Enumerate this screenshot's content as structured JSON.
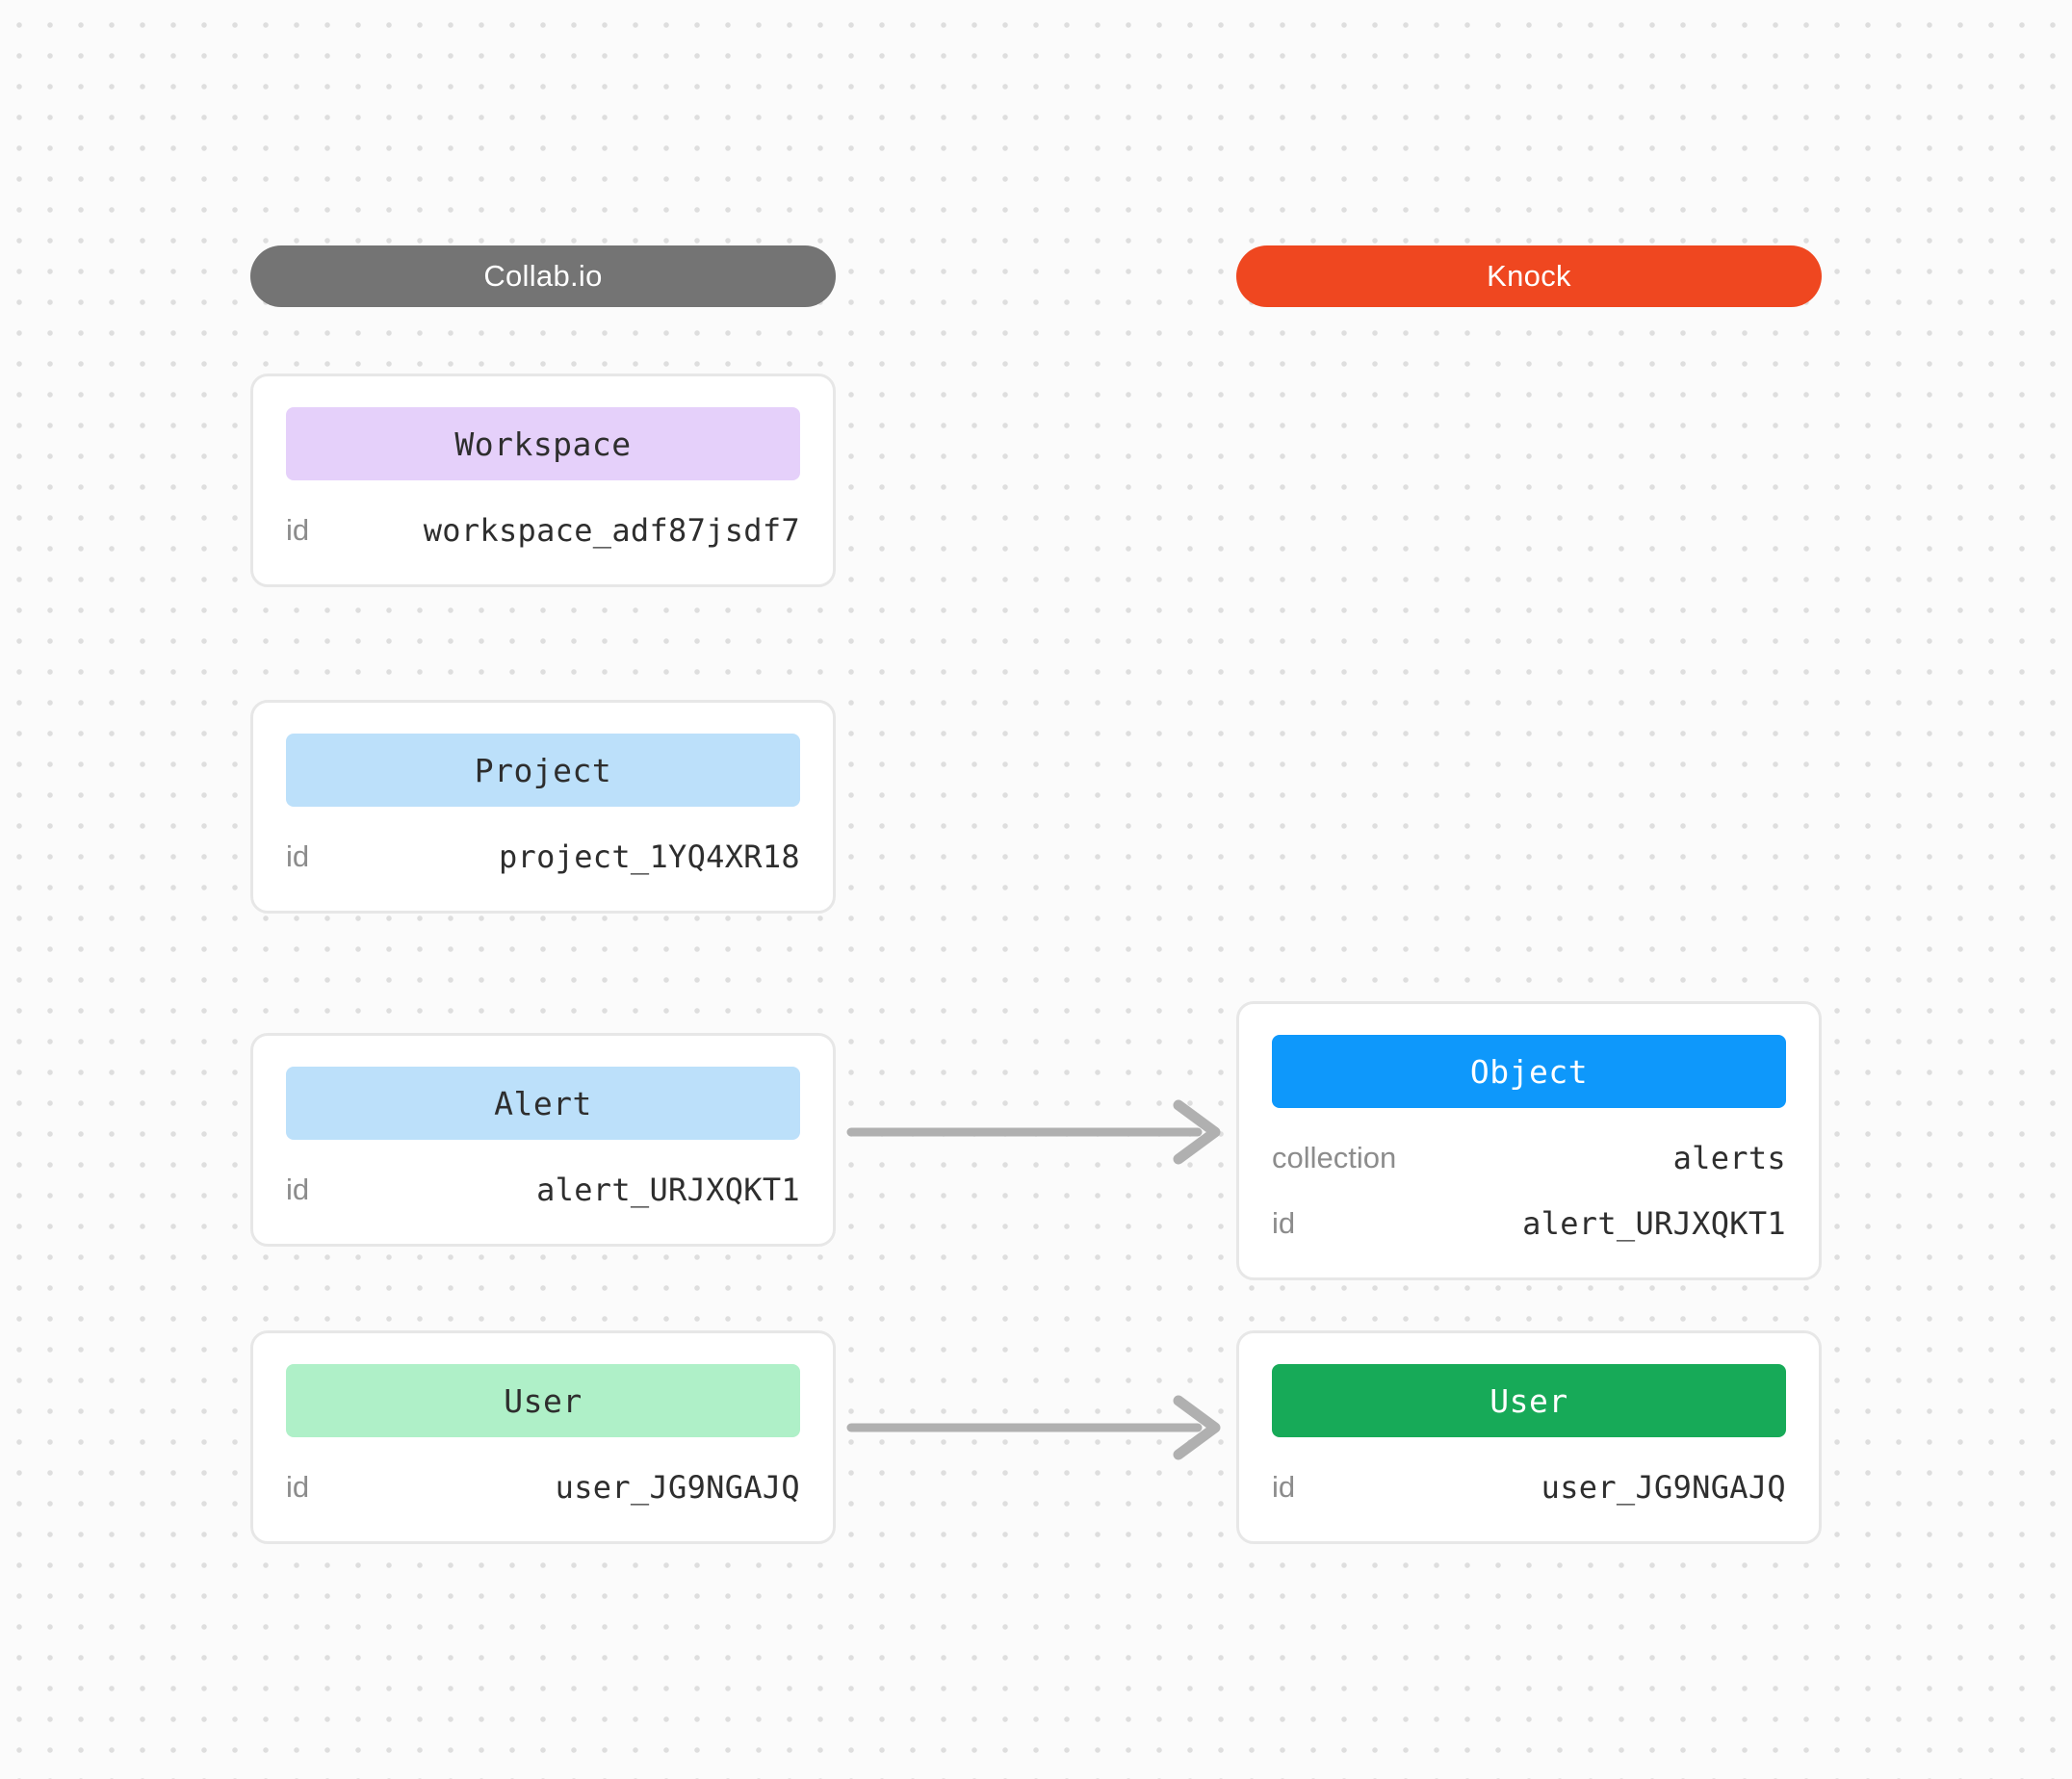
{
  "canvas": {
    "background": "#FBFBFB",
    "dot_color": "#DEDEDE"
  },
  "columns": {
    "left": {
      "label": "Collab.io",
      "color": "#747474"
    },
    "right": {
      "label": "Knock",
      "color": "#EF4720"
    }
  },
  "cards": {
    "workspace": {
      "title": "Workspace",
      "header_color": "#E5D0FA",
      "header_text": "#2E2E2E",
      "rows": [
        {
          "label": "id",
          "value": "workspace_adf87jsdf7"
        }
      ]
    },
    "project": {
      "title": "Project",
      "header_color": "#BCE0FA",
      "header_text": "#2E2E2E",
      "rows": [
        {
          "label": "id",
          "value": "project_1YQ4XR18"
        }
      ]
    },
    "alert": {
      "title": "Alert",
      "header_color": "#BCE0FA",
      "header_text": "#2E2E2E",
      "rows": [
        {
          "label": "id",
          "value": "alert_URJXQKT1"
        }
      ]
    },
    "user_left": {
      "title": "User",
      "header_color": "#AFF0C8",
      "header_text": "#2E2E2E",
      "rows": [
        {
          "label": "id",
          "value": "user_JG9NGAJQ"
        }
      ]
    },
    "object": {
      "title": "Object",
      "header_color": "#0E98FB",
      "header_text": "#FFFFFF",
      "rows": [
        {
          "label": "collection",
          "value": "alerts"
        },
        {
          "label": "id",
          "value": "alert_URJXQKT1"
        }
      ]
    },
    "user_right": {
      "title": "User",
      "header_color": "#17AA58",
      "header_text": "#FFFFFF",
      "rows": [
        {
          "label": "id",
          "value": "user_JG9NGAJQ"
        }
      ]
    }
  },
  "arrows": {
    "color": "#B0B0B0",
    "items": [
      {
        "from": "alert",
        "to": "object"
      },
      {
        "from": "user_left",
        "to": "user_right"
      }
    ]
  }
}
